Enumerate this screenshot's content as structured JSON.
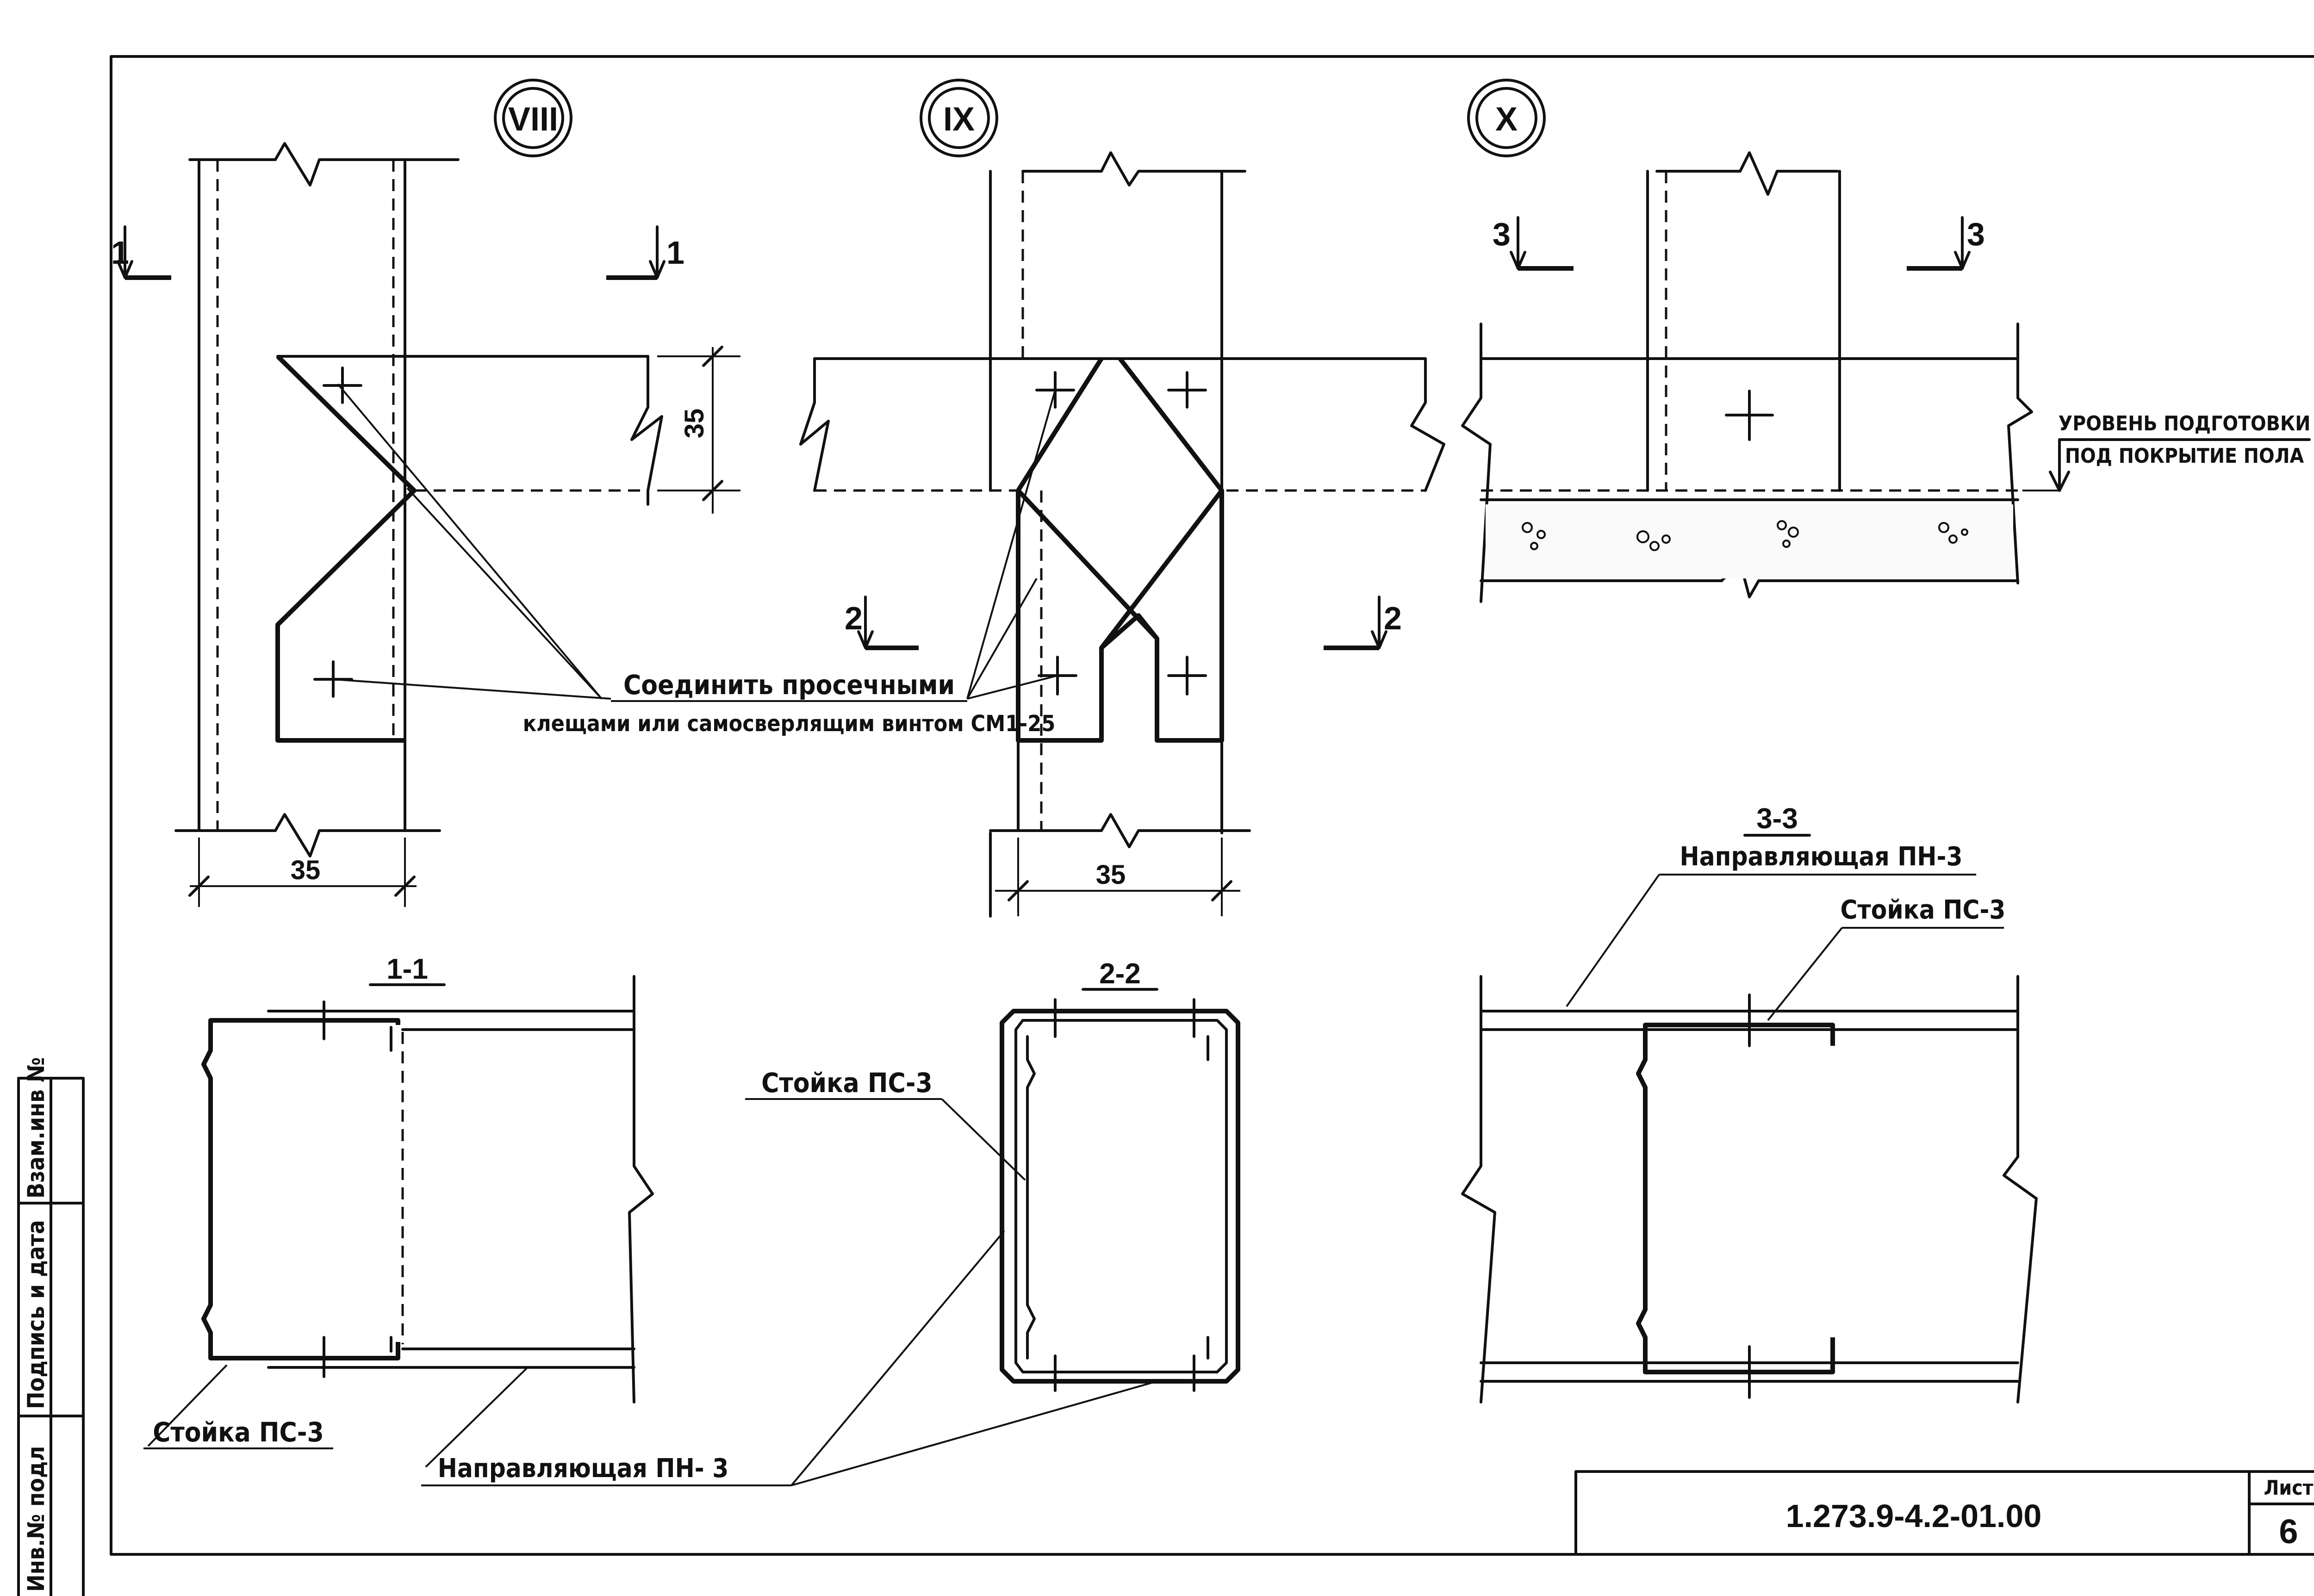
{
  "details": {
    "viii": "VIII",
    "ix": "IX",
    "x": "X"
  },
  "sections": {
    "s11": "1-1",
    "s22": "2-2",
    "s33": "3-3",
    "cut1": "1",
    "cut2": "2",
    "cut3": "3"
  },
  "dimensions": {
    "d35_a": "35",
    "d35_b": "35",
    "d35_c": "35"
  },
  "notes": {
    "connect_line1": "Соединить просечными",
    "connect_line2": "клещами или самосверлящим винтом СМ1-25",
    "level_line1": "УРОВЕНЬ ПОДГОТОВКИ",
    "level_line2": "ПОД ПОКРЫТИЕ ПОЛА",
    "rail_33": "Направляющая ПН-3",
    "stud_33": "Стойка ПС-3",
    "stud_22": "Стойка ПС-3",
    "stud_11": "Стойка ПС-3",
    "rail_bottom": "Направляющая ПН- 3"
  },
  "title_block": {
    "doc_number": "1.273.9-4.2-01.00",
    "sheet_label": "Лист",
    "sheet_number": "6"
  },
  "side_stamp": {
    "inv_orig": "Инв.№ подл",
    "sign_date": "Подпись и дата",
    "replace_inv": "Взам.инв №"
  }
}
